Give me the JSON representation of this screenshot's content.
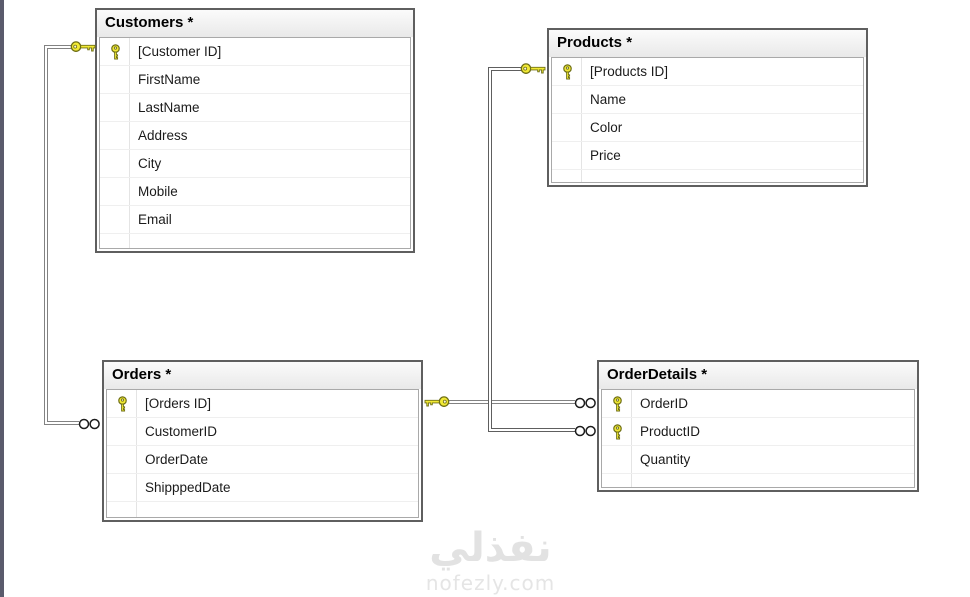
{
  "diagram": {
    "tables": {
      "customers": {
        "title": "Customers",
        "modified_mark": "*",
        "fields": [
          {
            "name": "[Customer ID]",
            "primary_key": true
          },
          {
            "name": "FirstName",
            "primary_key": false
          },
          {
            "name": "LastName",
            "primary_key": false
          },
          {
            "name": "Address",
            "primary_key": false
          },
          {
            "name": "City",
            "primary_key": false
          },
          {
            "name": "Mobile",
            "primary_key": false
          },
          {
            "name": "Email",
            "primary_key": false
          }
        ]
      },
      "products": {
        "title": "Products",
        "modified_mark": "*",
        "fields": [
          {
            "name": "[Products ID]",
            "primary_key": true
          },
          {
            "name": "Name",
            "primary_key": false
          },
          {
            "name": "Color",
            "primary_key": false
          },
          {
            "name": "Price",
            "primary_key": false
          }
        ]
      },
      "orders": {
        "title": "Orders",
        "modified_mark": "*",
        "fields": [
          {
            "name": "[Orders ID]",
            "primary_key": true
          },
          {
            "name": "CustomerID",
            "primary_key": false
          },
          {
            "name": "OrderDate",
            "primary_key": false
          },
          {
            "name": "ShipppedDate",
            "primary_key": false
          }
        ]
      },
      "order_details": {
        "title": "OrderDetails",
        "modified_mark": "*",
        "fields": [
          {
            "name": "OrderID",
            "primary_key": true
          },
          {
            "name": "ProductID",
            "primary_key": true
          },
          {
            "name": "Quantity",
            "primary_key": false
          }
        ]
      }
    },
    "relationships": [
      {
        "id": "customers-orders",
        "one_side": "Customers",
        "many_side": "Orders"
      },
      {
        "id": "orders-orderdetails",
        "one_side": "Orders",
        "many_side": "OrderDetails"
      },
      {
        "id": "products-orderdetails",
        "one_side": "Products",
        "many_side": "OrderDetails"
      }
    ],
    "icons": {
      "primary_key": "key-icon",
      "one_end": "key-icon",
      "many_end": "infinity-icon"
    }
  },
  "watermark": {
    "arabic": "نفذلي",
    "site": "nofezly.com"
  },
  "colors": {
    "key_yellow": "#f2ea35",
    "key_outline": "#6e6e14",
    "line_gray": "#828282",
    "line_dark": "#5e5e5e",
    "table_border": "#5f5f5f",
    "header_bg": "#ededed",
    "left_strip": "#5a5b6c",
    "watermark_gray": "#e2e2e2"
  }
}
